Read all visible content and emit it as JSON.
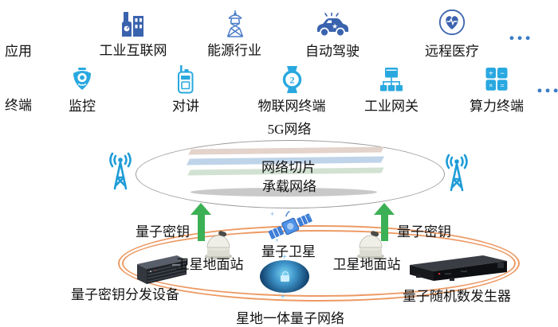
{
  "rows": {
    "applications": {
      "label": "应用",
      "items": [
        {
          "label": "工业互联网",
          "icon": "factory-icon"
        },
        {
          "label": "能源行业",
          "icon": "power-tower-icon"
        },
        {
          "label": "自动驾驶",
          "icon": "car-icon"
        },
        {
          "label": "远程医疗",
          "icon": "telemedicine-icon"
        },
        {
          "label": "…",
          "icon": "ellipsis-icon"
        }
      ]
    },
    "terminals": {
      "label": "终端",
      "items": [
        {
          "label": "监控",
          "icon": "cctv-icon"
        },
        {
          "label": "对讲",
          "icon": "walkie-talkie-icon"
        },
        {
          "label": "物联网终端",
          "icon": "smartwatch-icon"
        },
        {
          "label": "工业网关",
          "icon": "gateway-icon"
        },
        {
          "label": "算力终端",
          "icon": "calculator-icon"
        },
        {
          "label": "…",
          "icon": "ellipsis-icon"
        }
      ]
    }
  },
  "network_5g": {
    "title": "5G网络",
    "slice_label": "网络切片",
    "bearer_label": "承载网络"
  },
  "quantum": {
    "key_left": "量子密钥",
    "key_right": "量子密钥",
    "satellite_label": "量子卫星",
    "ground_station_left": "卫星地面站",
    "ground_station_right": "卫星地面站",
    "qkd_device_label": "量子密钥分发设备",
    "qrng_device_label": "量子随机数发生器",
    "network_label": "星地一体量子网络"
  },
  "colors": {
    "app_icon_blue": "#3A63AE",
    "terminal_icon_blue": "#29A8E0",
    "antenna_blue": "#1E9CD7",
    "arrow_green": "#3CB054",
    "quantum_ring_orange": "#EC9A64",
    "slice_bar_tan": "#E3D3CB",
    "slice_bar_blue": "#BFD4E9",
    "slice_bar_green": "#D2E2D2"
  }
}
